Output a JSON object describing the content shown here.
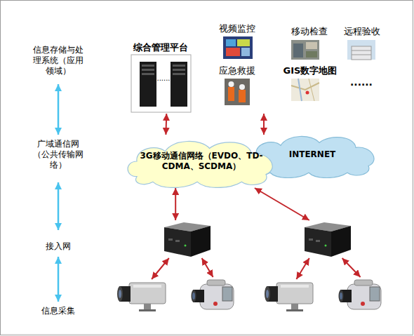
{
  "diagram": {
    "nodes": [
      {
        "text": [
          "综合管理平台"
        ]
      },
      {
        "text": [
          "视频监控"
        ]
      },
      {
        "text": [
          "移动检查"
        ]
      },
      {
        "text": [
          "远程验收"
        ]
      },
      {
        "text": [
          "应急救援"
        ]
      },
      {
        "text": [
          "GIS数字地图"
        ]
      },
      {
        "text": [
          "3G移动通信网络（EVDO、TD-CDMA、SCDMA）"
        ]
      },
      {
        "text": [
          "INTERNET"
        ]
      },
      {
        "text": []
      },
      {
        "text": []
      },
      {
        "text": []
      },
      {
        "text": []
      },
      {
        "text": []
      },
      {
        "text": []
      }
    ],
    "edges": [
      {
        "from": 0,
        "to": 6,
        "arrow": "both"
      },
      {
        "from": 6,
        "to": 8,
        "arrow": "both"
      },
      {
        "from": 6,
        "to": 9,
        "arrow": "both"
      },
      {
        "from": 8,
        "to": 10,
        "arrow": "both"
      },
      {
        "from": 8,
        "to": 11,
        "arrow": "both"
      },
      {
        "from": 9,
        "to": 12,
        "arrow": "both"
      },
      {
        "from": 9,
        "to": 13,
        "arrow": "both"
      }
    ],
    "labels": [
      "信息存储与处理系统（应用领域）",
      "广域通信网（公共传输网络）",
      "接入网",
      "信息采集",
      "......",
      "......"
    ]
  }
}
